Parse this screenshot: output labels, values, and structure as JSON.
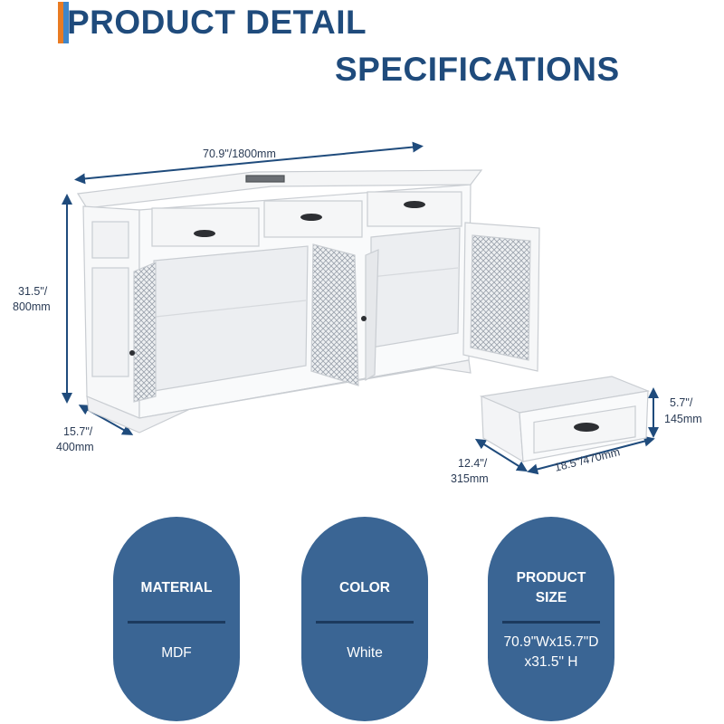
{
  "header": {
    "title_line1": "PRODUCT DETAIL",
    "title_line2": "SPECIFICATIONS"
  },
  "dimensions": {
    "width": "70.9\"/1800mm",
    "height_in": "31.5\"/",
    "height_mm": "800mm",
    "depth_in": "15.7\"/",
    "depth_mm": "400mm",
    "drawer_height_in": "5.7\"/",
    "drawer_height_mm": "145mm",
    "drawer_depth_in": "12.4\"/",
    "drawer_depth_mm": "315mm",
    "drawer_width": "18.5\"/470mm"
  },
  "specs": [
    {
      "label_line1": "MATERIAL",
      "label_line2": "",
      "value_line1": "MDF",
      "value_line2": ""
    },
    {
      "label_line1": "COLOR",
      "label_line2": "",
      "value_line1": "White",
      "value_line2": ""
    },
    {
      "label_line1": "PRODUCT",
      "label_line2": "SIZE",
      "value_line1": "70.9\"Wx15.7\"D",
      "value_line2": "x31.5\" H"
    }
  ],
  "colors": {
    "brand_blue": "#1f4b7c",
    "accent_orange": "#e97b22",
    "pill_fill": "#3a6594"
  }
}
